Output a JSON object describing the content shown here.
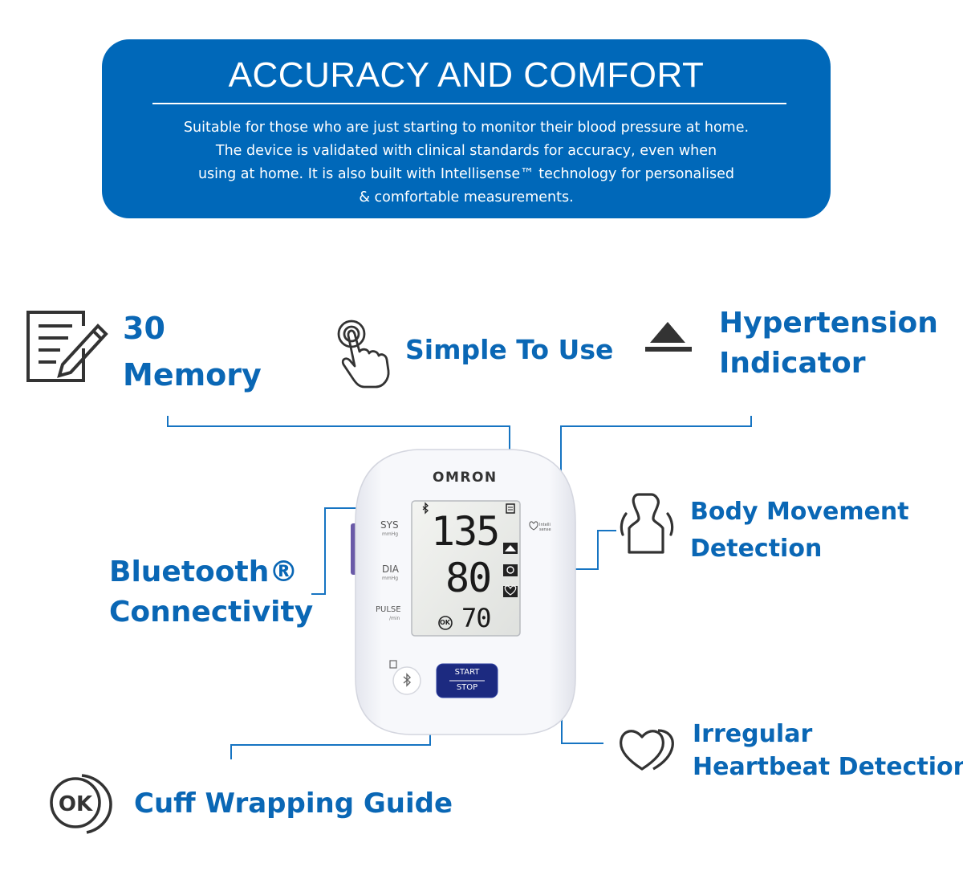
{
  "banner": {
    "title": "ACCURACY AND COMFORT",
    "lines": [
      "Suitable for those who are just starting to monitor their blood pressure at home.",
      "The device is validated with clinical standards for accuracy, even when",
      "using at home. It is also built with Intellisense™ technology for personalised",
      "& comfortable measurements."
    ]
  },
  "features": {
    "memory": {
      "line1": "30",
      "line2": "Memory",
      "icon": "memory-notepad-icon"
    },
    "simple": {
      "label": "Simple To Use",
      "icon": "touch-hand-icon"
    },
    "hypertension": {
      "line1": "Hypertension",
      "line2": "Indicator",
      "icon": "triangle-indicator-icon"
    },
    "body_movement": {
      "line1": "Body Movement",
      "line2": "Detection",
      "icon": "person-movement-icon"
    },
    "bluetooth": {
      "line1": "Bluetooth®",
      "line2": "Connectivity"
    },
    "heartbeat": {
      "line1": "Irregular",
      "line2": "Heartbeat Detection",
      "icon": "double-heart-icon"
    },
    "cuff": {
      "label": "Cuff Wrapping Guide",
      "icon": "ok-circle-icon"
    }
  },
  "device": {
    "brand": "OMRON",
    "sys_label": "SYS",
    "sys_unit": "mmHg",
    "dia_label": "DIA",
    "dia_unit": "mmHg",
    "pulse_label": "PULSE",
    "pulse_unit": "/min",
    "sys_value": "135",
    "dia_value": "80",
    "pulse_value": "70",
    "intelli_1": "Intelli",
    "intelli_2": "sense",
    "ok_badge": "OK",
    "start_label": "START",
    "stop_label": "STOP"
  },
  "colors": {
    "banner": "#0068b9",
    "feature_text": "#0a67b5",
    "icon_gray": "#333333",
    "button_navy": "#1c2a80"
  }
}
